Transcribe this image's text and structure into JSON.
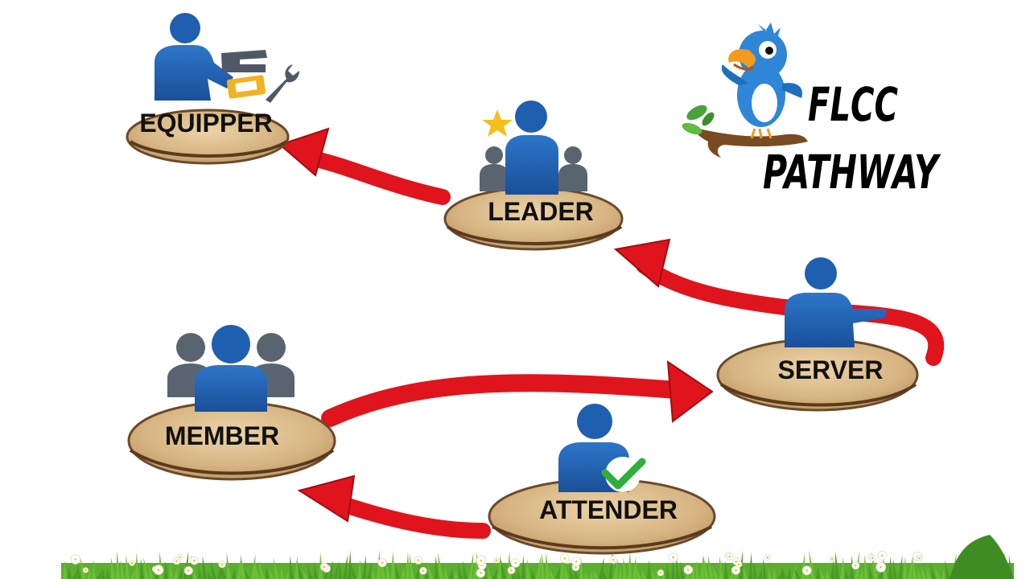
{
  "title": {
    "line1": "FLCC",
    "line2": "PATHWAY"
  },
  "stages": {
    "attender": "ATTENDER",
    "member": "MEMBER",
    "server": "SERVER",
    "leader": "LEADER",
    "equipper": "EQUIPPER"
  },
  "colors": {
    "arrow": "#e0141c",
    "person": "#1f5fb0",
    "person_secondary": "#5a6470",
    "stone": "#d9b98a",
    "stone_edge": "#6b4a2a",
    "check": "#2eae3a",
    "star": "#f5bf1c",
    "tool": "#f1b326",
    "grass": "#5cae2e",
    "bird": "#2f86d6"
  },
  "icons": {
    "equipper": "person-with-tools-icon",
    "leader": "leader-with-star-icon",
    "server": "server-person-icon",
    "member": "group-of-members-icon",
    "attender": "person-with-checkmark-icon",
    "logo": "bird-on-branch-icon"
  }
}
